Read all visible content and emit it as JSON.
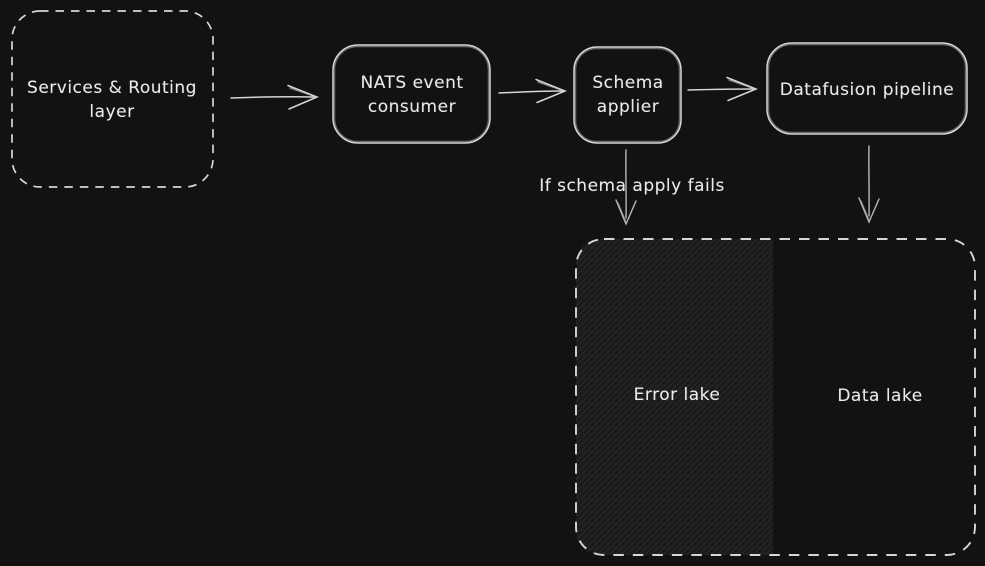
{
  "canvas": {
    "background": "#121212",
    "stroke_color": "#d6d6d6",
    "text_color": "#ebebeb",
    "hatch_fill": "#1a1a1a",
    "hatch_line": "#2a2a2a"
  },
  "nodes": {
    "services_routing": {
      "line1": "Services & Routing",
      "line2": "layer"
    },
    "nats_consumer": {
      "line1": "NATS event",
      "line2": "consumer"
    },
    "schema_applier": {
      "line1": "Schema",
      "line2": "applier"
    },
    "datafusion_pipeline": {
      "label": "Datafusion pipeline"
    },
    "error_lake": {
      "label": "Error lake"
    },
    "data_lake": {
      "label": "Data lake"
    }
  },
  "annotations": {
    "schema_fail": "If schema apply fails"
  }
}
